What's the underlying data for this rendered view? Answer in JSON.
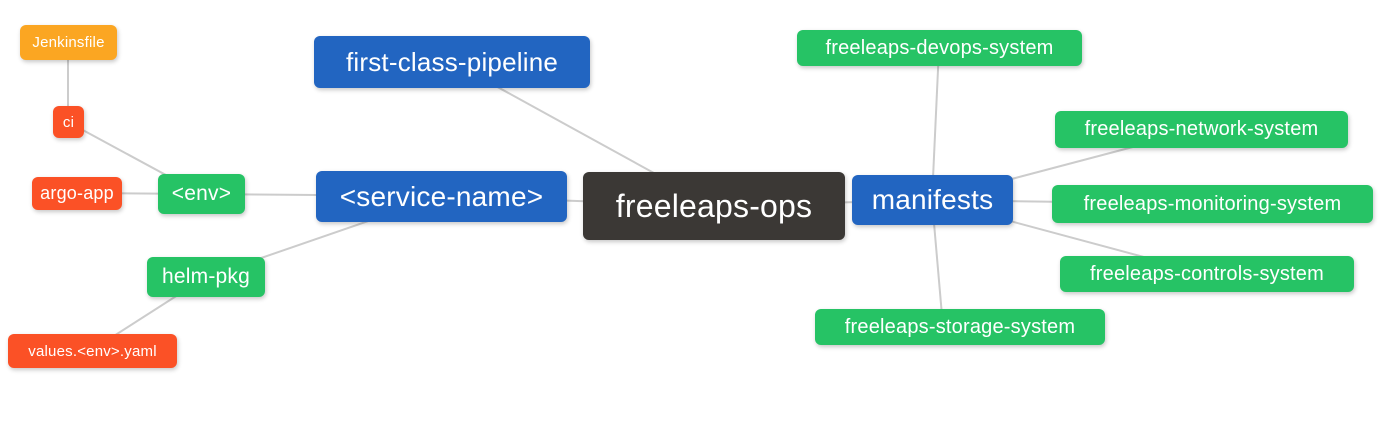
{
  "colors": {
    "blue": "#2265c1",
    "green": "#26c365",
    "orange": "#fba622",
    "red": "#fb5126",
    "dark": "#3b3835",
    "edge": "#cccccc",
    "text": "#ffffff",
    "background": "#ffffff"
  },
  "diagram": {
    "type": "mindmap",
    "root": "freeleaps-ops",
    "nodes": [
      {
        "id": "jenkinsfile",
        "label": "Jenkinsfile",
        "color": "orange"
      },
      {
        "id": "ci",
        "label": "ci",
        "color": "red"
      },
      {
        "id": "argo-app",
        "label": "argo-app",
        "color": "red"
      },
      {
        "id": "env",
        "label": "<env>",
        "color": "green"
      },
      {
        "id": "first-class-pipeline",
        "label": "first-class-pipeline",
        "color": "blue"
      },
      {
        "id": "service-name",
        "label": "<service-name>",
        "color": "blue"
      },
      {
        "id": "freeleaps-ops",
        "label": "freeleaps-ops",
        "color": "dark"
      },
      {
        "id": "manifests",
        "label": "manifests",
        "color": "blue"
      },
      {
        "id": "helm-pkg",
        "label": "helm-pkg",
        "color": "green"
      },
      {
        "id": "values-env-yaml",
        "label": "values.<env>.yaml",
        "color": "red"
      },
      {
        "id": "freeleaps-devops-system",
        "label": "freeleaps-devops-system",
        "color": "green"
      },
      {
        "id": "freeleaps-network-system",
        "label": "freeleaps-network-system",
        "color": "green"
      },
      {
        "id": "freeleaps-monitoring-system",
        "label": "freeleaps-monitoring-system",
        "color": "green"
      },
      {
        "id": "freeleaps-controls-system",
        "label": "freeleaps-controls-system",
        "color": "green"
      },
      {
        "id": "freeleaps-storage-system",
        "label": "freeleaps-storage-system",
        "color": "green"
      }
    ],
    "edges": [
      {
        "from": "jenkinsfile",
        "to": "ci"
      },
      {
        "from": "ci",
        "to": "env"
      },
      {
        "from": "argo-app",
        "to": "env"
      },
      {
        "from": "env",
        "to": "service-name"
      },
      {
        "from": "helm-pkg",
        "to": "service-name"
      },
      {
        "from": "values-env-yaml",
        "to": "helm-pkg"
      },
      {
        "from": "first-class-pipeline",
        "to": "freeleaps-ops"
      },
      {
        "from": "service-name",
        "to": "freeleaps-ops"
      },
      {
        "from": "freeleaps-ops",
        "to": "manifests"
      },
      {
        "from": "manifests",
        "to": "freeleaps-devops-system"
      },
      {
        "from": "manifests",
        "to": "freeleaps-network-system"
      },
      {
        "from": "manifests",
        "to": "freeleaps-monitoring-system"
      },
      {
        "from": "manifests",
        "to": "freeleaps-controls-system"
      },
      {
        "from": "manifests",
        "to": "freeleaps-storage-system"
      }
    ]
  }
}
